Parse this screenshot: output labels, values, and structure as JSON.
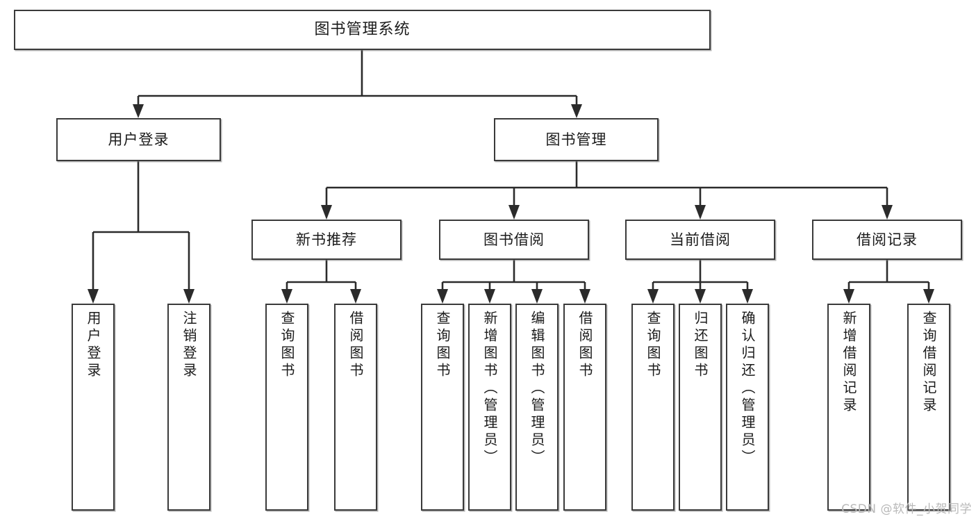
{
  "diagram": {
    "title": "图书管理系统",
    "type": "tree",
    "orientation": "top-down",
    "colors": {
      "box_border": "#3a3a3a",
      "box_fill": "#ffffff",
      "connector": "#2b2b2b",
      "text": "#1b1b1b",
      "watermark": "#b9b9b9",
      "background": "#ffffff"
    },
    "root": {
      "label": "图书管理系统"
    },
    "level2": [
      {
        "label": "用户登录"
      },
      {
        "label": "图书管理"
      }
    ],
    "level3": [
      {
        "label": "新书推荐"
      },
      {
        "label": "图书借阅"
      },
      {
        "label": "当前借阅"
      },
      {
        "label": "借阅记录"
      }
    ],
    "leaves": {
      "user_login": [
        {
          "label": "用户登录"
        },
        {
          "label": "注销登录"
        }
      ],
      "new_book_recommend": [
        {
          "label": "查询图书"
        },
        {
          "label": "借阅图书"
        }
      ],
      "book_borrow": [
        {
          "label": "查询图书"
        },
        {
          "label": "新增图书（管理员）"
        },
        {
          "label": "编辑图书（管理员）"
        },
        {
          "label": "借阅图书"
        }
      ],
      "current_borrow": [
        {
          "label": "查询图书"
        },
        {
          "label": "归还图书"
        },
        {
          "label": "确认归还（管理员）"
        }
      ],
      "borrow_record": [
        {
          "label": "新增借阅记录"
        },
        {
          "label": "查询借阅记录"
        }
      ]
    }
  },
  "watermark": {
    "text": "CSDN @软件_小贺同学"
  }
}
